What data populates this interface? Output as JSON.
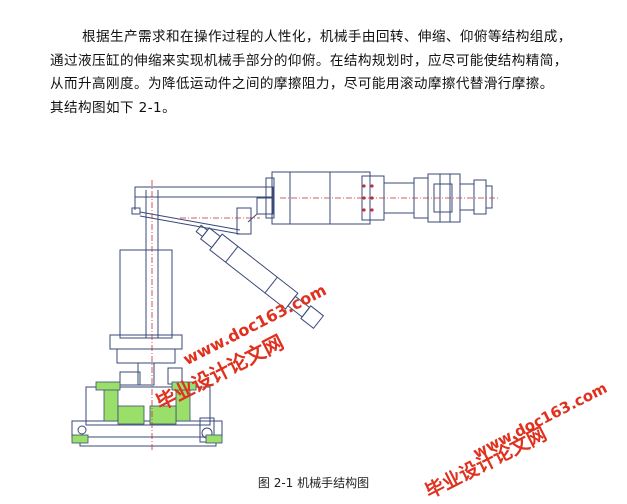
{
  "paragraph": {
    "line1": "根据生产需求和在操作过程的人性化，机械手由回转、伸缩、仰俯等结构组成，",
    "line2": "通过液压缸的伸缩来实现机械手部分的仰俯。在结构规划时，应尽可能使结构精简，",
    "line3": "从而升高刚度。为降低运动件之间的摩擦阻力，尽可能用滚动摩擦代替滑行摩擦。",
    "line4": "其结构图如下 2-1。"
  },
  "figure": {
    "caption": "图 2-1 机械手结构图"
  },
  "watermarks": {
    "site_text": "毕业设计论文网",
    "site_url": "www.doc163.com",
    "site_url_b": "www.doc163.com",
    "site_text_b": "毕业设计论文网",
    "color": "#e0301e"
  },
  "colors": {
    "drawing_line": "#3a4a78",
    "center_line": "#c0303a",
    "section_fill": "#9adf6a"
  }
}
